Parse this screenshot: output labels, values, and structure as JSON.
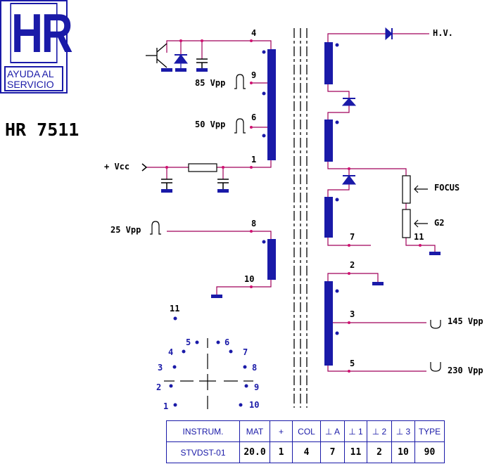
{
  "logo": {
    "letters": "HR",
    "line1": "AYUDA AL",
    "line2": "SERVICIO"
  },
  "model": "HR 7511",
  "colors": {
    "wire": "#a0005a",
    "component": "#1a1aa8",
    "text": "#000000"
  },
  "primary_pins": {
    "p4": "4",
    "p9": "9",
    "p6": "6",
    "p1": "1",
    "p8": "8",
    "p10": "10"
  },
  "primary_labels": {
    "vpp85": "85 Vpp",
    "vpp50": "50 Vpp",
    "vcc": "+ Vcc",
    "vpp25": "25 Vpp"
  },
  "secondary_pins": {
    "p7": "7",
    "p11": "11",
    "p2": "2",
    "p3": "3",
    "p5": "5"
  },
  "secondary_labels": {
    "hv": "H.V.",
    "focus": "FOCUS",
    "g2": "G2",
    "vpp145": "145 Vpp",
    "vpp230": "230 Vpp"
  },
  "pinout": {
    "p1": "1",
    "p2": "2",
    "p3": "3",
    "p4": "4",
    "p5": "5",
    "p6": "6",
    "p7": "7",
    "p8": "8",
    "p9": "9",
    "p10": "10",
    "p11": "11"
  },
  "table": {
    "headers": [
      "INSTRUM.",
      "MAT",
      "+",
      "COL",
      "⊥ A",
      "⊥ 1",
      "⊥ 2",
      "⊥ 3",
      "TYPE"
    ],
    "values": [
      "STVDST-01",
      "20.0",
      "1",
      "4",
      "7",
      "11",
      "2",
      "10",
      "90"
    ]
  }
}
